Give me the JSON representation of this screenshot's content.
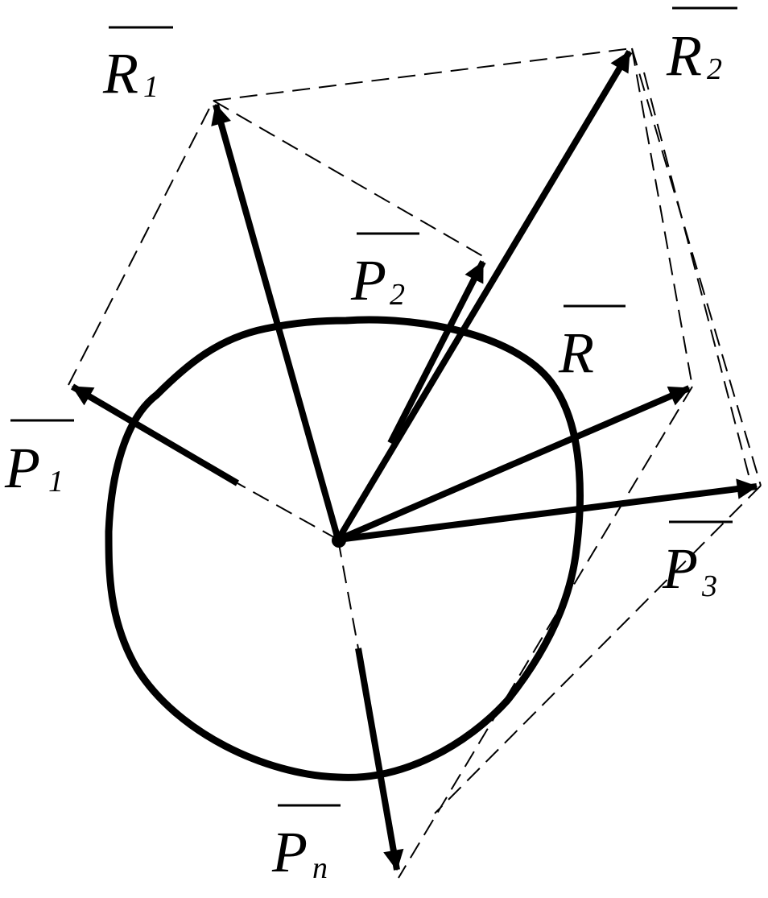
{
  "labels": {
    "R1": {
      "main": "R",
      "sub": "1"
    },
    "R2": {
      "main": "R",
      "sub": "2"
    },
    "P2": {
      "main": "P",
      "sub": "2"
    },
    "R": {
      "main": "R",
      "sub": ""
    },
    "P1": {
      "main": "P",
      "sub": "1"
    },
    "P3": {
      "main": "P",
      "sub": "3"
    },
    "Pn": {
      "main": "P",
      "sub": "n"
    }
  },
  "colors": {
    "stroke": "#000000",
    "background": "#ffffff"
  }
}
